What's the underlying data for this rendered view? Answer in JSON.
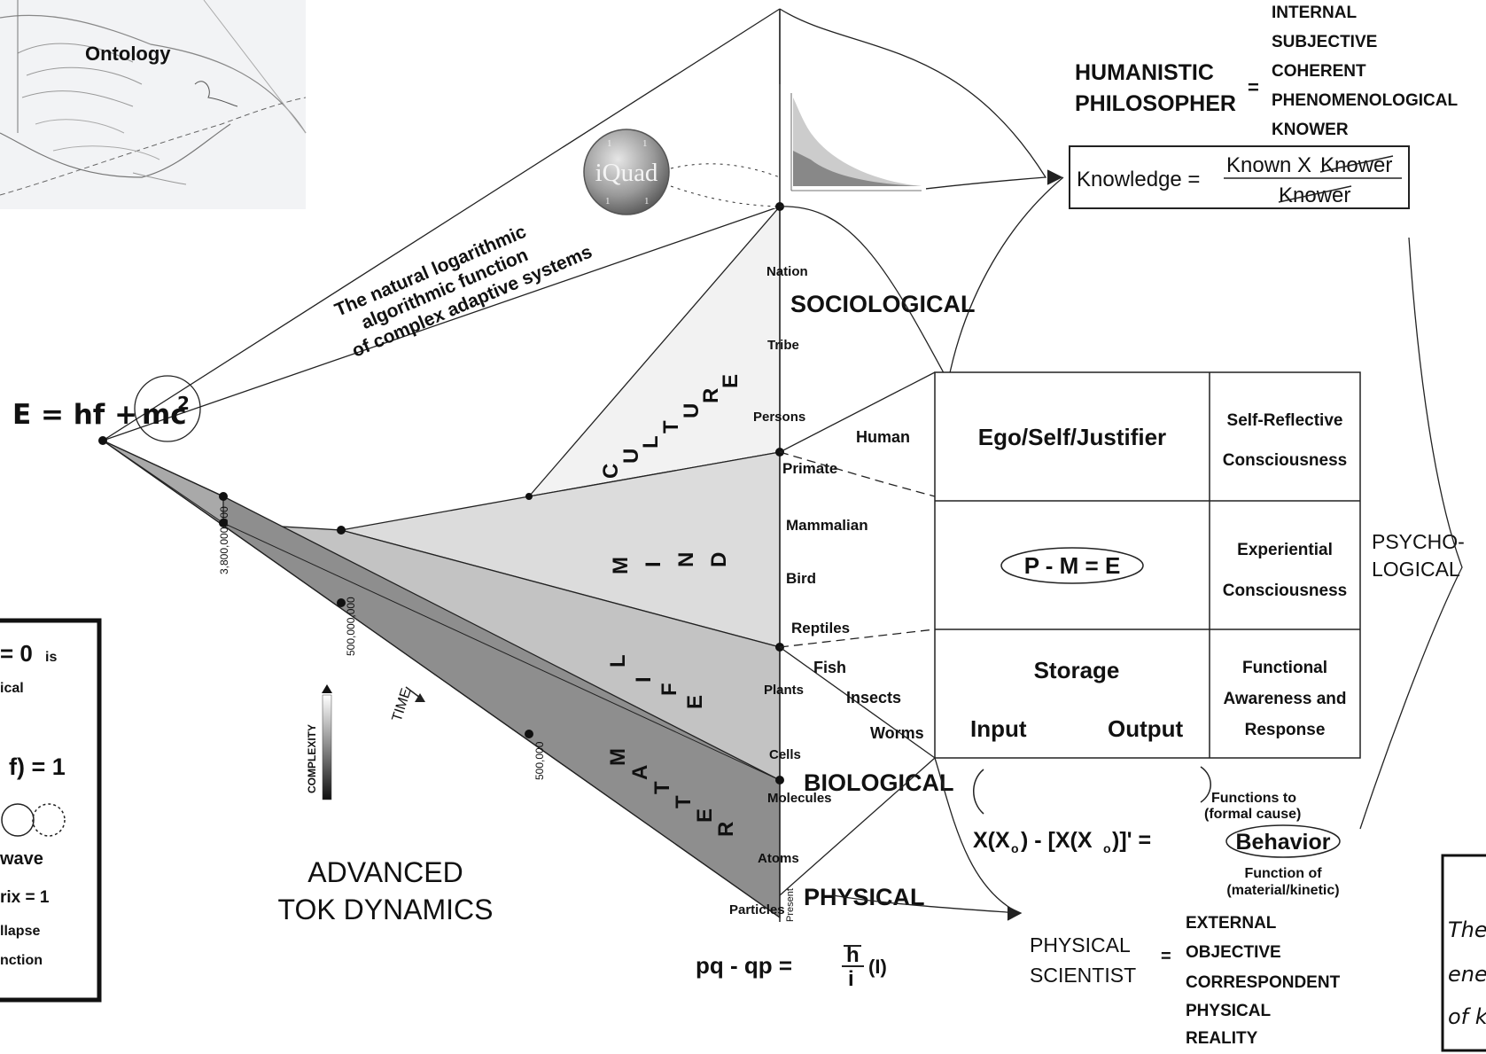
{
  "sketch": {
    "label": "Ontology"
  },
  "equation_top": {
    "left": "E = hf + ",
    "term": "mc",
    "exp": "2"
  },
  "arc_text": [
    "The natural logarithmic",
    "algorithmic function",
    "of complex adaptive systems"
  ],
  "logo": {
    "text": "iQuad",
    "corner_tl": "1",
    "corner_tr": "1",
    "corner_bl": "1",
    "corner_br": "1"
  },
  "humanistic": {
    "role_line1": "HUMANISTIC",
    "role_line2": "PHILOSOPHER",
    "equals": "=",
    "attributes": [
      "INTERNAL",
      "SUBJECTIVE",
      "COHERENT",
      "PHENOMENOLOGICAL",
      "KNOWER"
    ]
  },
  "knowledge": {
    "label": "Knowledge =",
    "numerator_a": "Known X ",
    "numerator_b": "Knower",
    "denominator": "Knower"
  },
  "levels": {
    "sociological": "SOCIOLOGICAL",
    "biological": "BIOLOGICAL",
    "physical": "PHYSICAL",
    "psychological_1": "PSYCHO-",
    "psychological_2": "LOGICAL"
  },
  "dimensions": {
    "culture": [
      "C",
      "U",
      "L",
      "T",
      "U",
      "R",
      "E"
    ],
    "mind": [
      "M",
      "I",
      "N",
      "D"
    ],
    "life": [
      "L",
      "I",
      "F",
      "E"
    ],
    "matter": [
      "M",
      "A",
      "T",
      "T",
      "E",
      "R"
    ]
  },
  "axis_labels": [
    "Nation",
    "Tribe",
    "Persons",
    "Primate",
    "Mammalian",
    "Bird",
    "Reptiles",
    "Plants",
    "Cells",
    "Molecules",
    "Atoms",
    "Particles"
  ],
  "side_labels": {
    "human": "Human",
    "fish": "Fish",
    "insects": "Insects",
    "worms": "Worms",
    "present": "Present"
  },
  "time_ticks": [
    "3,800,000,000",
    "500,000,000",
    "500,000"
  ],
  "time_label": "TIME",
  "complexity_label": "COMPLEXITY",
  "table": {
    "row1_center": "Ego/Self/Justifier",
    "row1_right_1": "Self-Reflective",
    "row1_right_2": "Consciousness",
    "row2_center": "P - M = E",
    "row2_right_1": "Experiential",
    "row2_right_2": "Consciousness",
    "row3_center": "Storage",
    "row3_input": "Input",
    "row3_output": "Output",
    "row3_right_1": "Functional",
    "row3_right_2": "Awareness and",
    "row3_right_3": "Response"
  },
  "behavior": {
    "functions_to": "Functions to",
    "formal_cause": "(formal cause)",
    "equation_left": "X(X",
    "sub": "o",
    "equation_mid": ") - [X(X",
    "equation_end": ")]' =",
    "behavior": "Behavior",
    "function_of": "Function of",
    "material": "(material/kinetic)"
  },
  "physical_scientist": {
    "role_line1": "PHYSICAL",
    "role_line2": "SCIENTIST",
    "equals": "=",
    "attributes": [
      "EXTERNAL",
      "OBJECTIVE",
      "CORRESPONDENT",
      "PHYSICAL",
      "REALITY"
    ]
  },
  "title": [
    "ADVANCED",
    "TOK DYNAMICS"
  ],
  "pq_equation": {
    "left": "pq - qp =",
    "num": "h",
    "den": "i",
    "tail": "(I)"
  },
  "left_box": {
    "line1_big": "= 0",
    "line1_small": "is",
    "line2": "ical",
    "line3": "f) = 1",
    "line4": "wave",
    "line5": "rix = 1",
    "line6": "llapse",
    "line7": "nction"
  },
  "right_box": {
    "lines": [
      "The m",
      "ener",
      "of kn"
    ]
  }
}
